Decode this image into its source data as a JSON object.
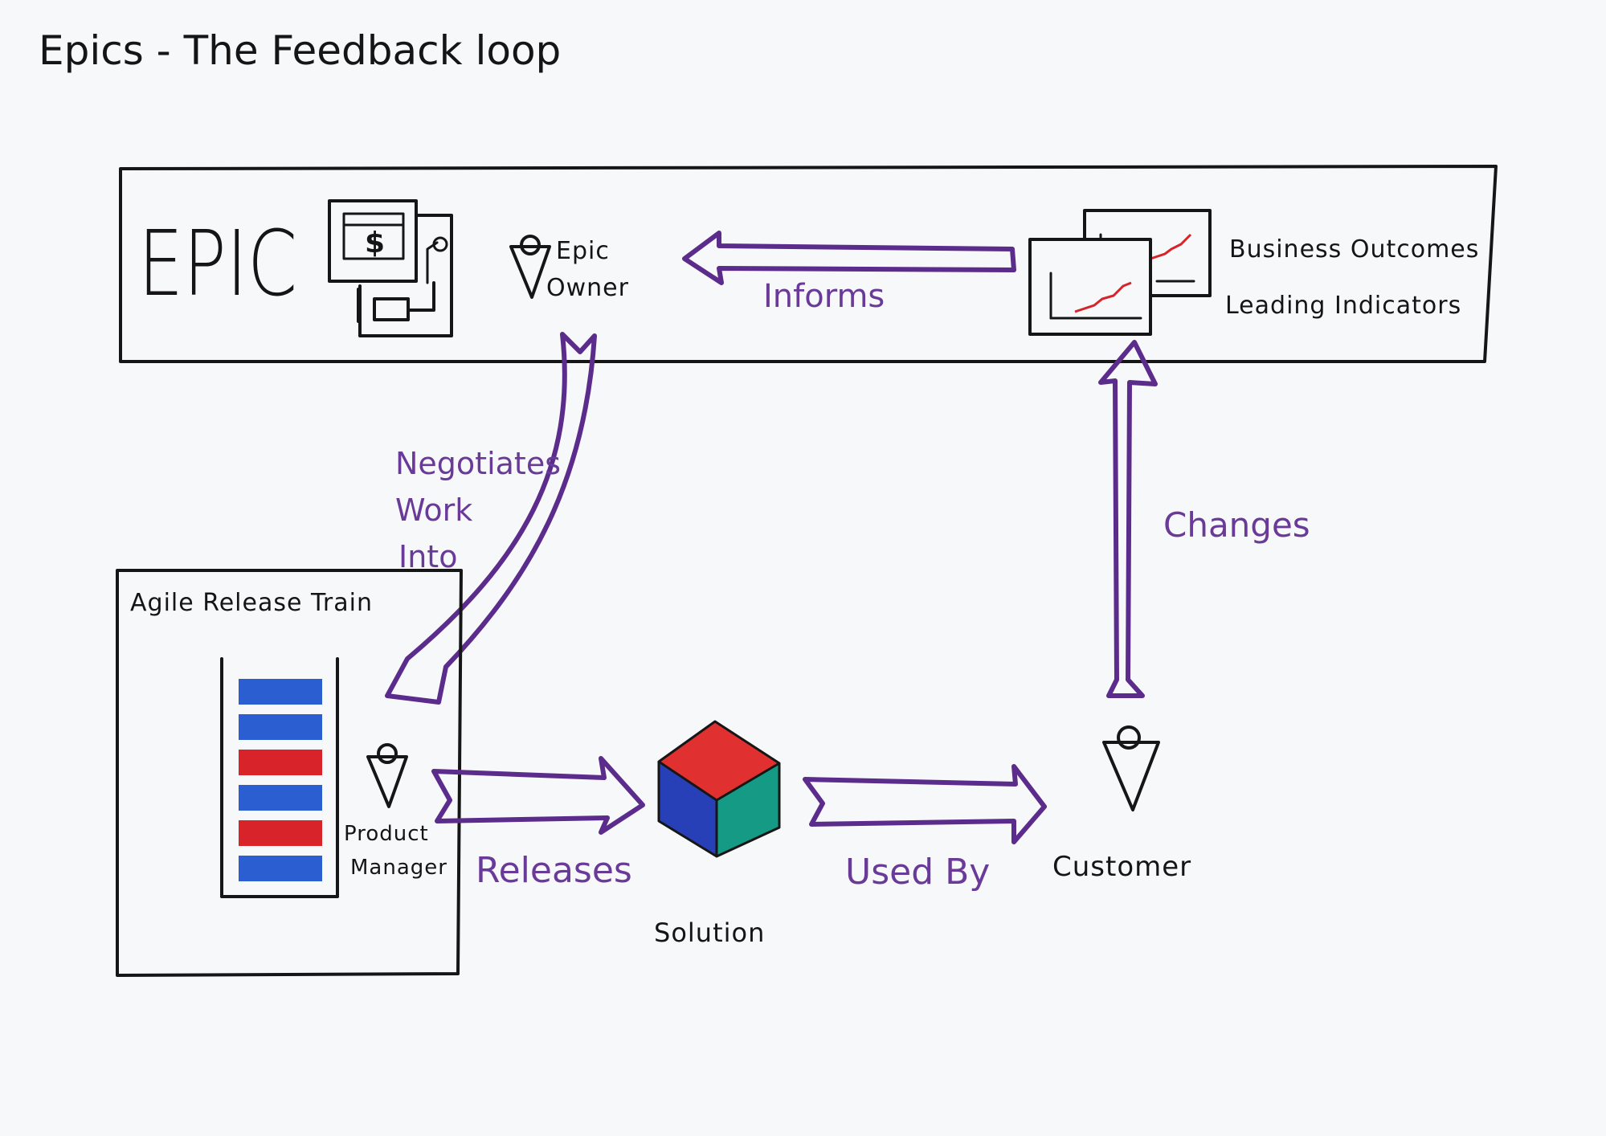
{
  "title": "Epics - The Feedback loop",
  "epic": {
    "label": "EPIC",
    "owner_line1": "Epic",
    "owner_line2": "Owner",
    "business_outcomes": "Business Outcomes",
    "leading_indicators": "Leading Indicators"
  },
  "art": {
    "label": "Agile Release Train",
    "pm_line1": "Product",
    "pm_line2": "Manager"
  },
  "solution_label": "Solution",
  "customer_label": "Customer",
  "arrows": {
    "informs": "Informs",
    "negotiates_line1": "Negotiates",
    "negotiates_line2": "Work",
    "negotiates_line3": "Into",
    "releases": "Releases",
    "used_by": "Used By",
    "changes": "Changes"
  },
  "backlog_colors": [
    "#2b5fd1",
    "#2b5fd1",
    "#d8232a",
    "#2b5fd1",
    "#d8232a",
    "#2b5fd1"
  ],
  "colors": {
    "arrow": "#5b2c8c",
    "ink": "#161616",
    "trend": "#d8232a",
    "cube_top": "#e03030",
    "cube_left": "#2740b8",
    "cube_right": "#159a86"
  }
}
